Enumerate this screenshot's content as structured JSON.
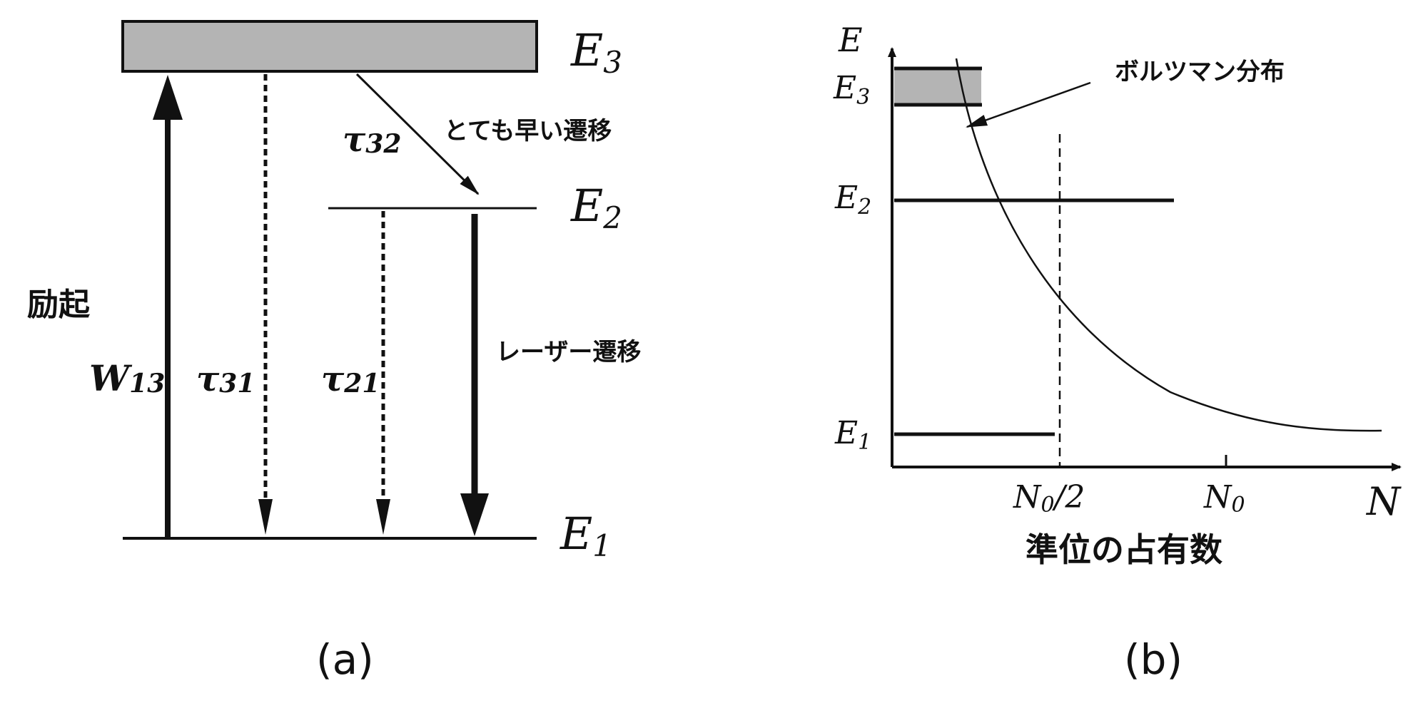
{
  "panel_a": {
    "levels": {
      "e3": "E",
      "e3_sub": "3",
      "e2": "E",
      "e2_sub": "2",
      "e1": "E",
      "e1_sub": "1"
    },
    "excitation_label": "励起",
    "pump_symbol": "W",
    "pump_sub": "13",
    "tau31": "τ",
    "tau31_sub": "31",
    "tau21": "τ",
    "tau21_sub": "21",
    "tau32": "τ",
    "tau32_sub": "32",
    "fast_transition_label": "とても早い遷移",
    "laser_transition_label": "レーザー遷移",
    "caption": "(a)",
    "band_color": "#b4b4b4"
  },
  "panel_b": {
    "y_axis_label": "E",
    "x_axis_label": "N",
    "levels": {
      "e3": "E",
      "e3_sub": "3",
      "e2": "E",
      "e2_sub": "2",
      "e1": "E",
      "e1_sub": "1"
    },
    "tick_half": "N",
    "tick_half_sub": "0",
    "tick_half_suffix": "/2",
    "tick_full": "N",
    "tick_full_sub": "0",
    "curve_label": "ボルツマン分布",
    "x_title": "準位の占有数",
    "caption": "(b)",
    "band_color": "#b4b4b4"
  }
}
